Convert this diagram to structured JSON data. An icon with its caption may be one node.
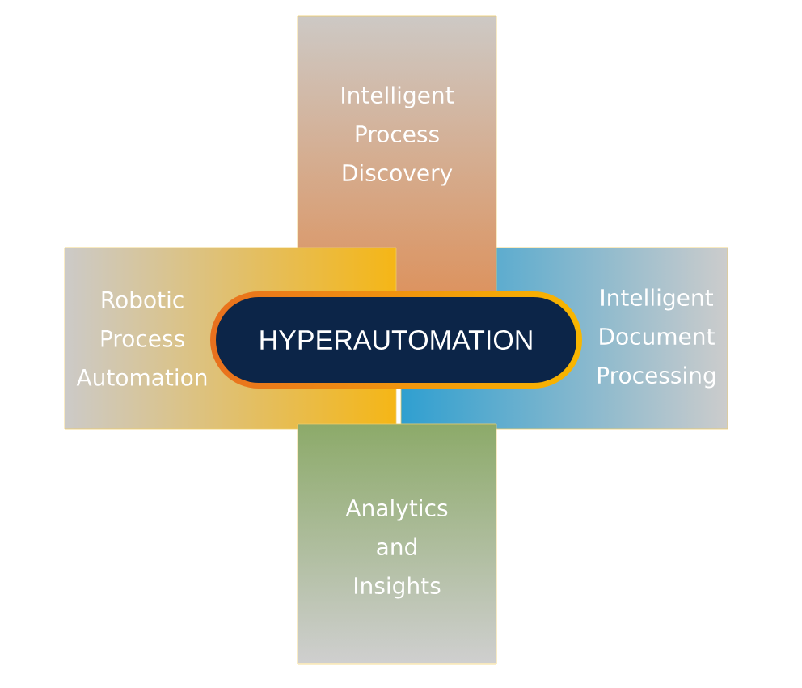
{
  "diagram": {
    "nodes": [
      {
        "text": [
          "Intelligent Process Discovery"
        ]
      },
      {
        "text": [
          "Robotic Process Automation"
        ]
      },
      {
        "text": [
          "HYPERAUTOMATION"
        ]
      },
      {
        "text": [
          "Intelligent Document Processing"
        ]
      },
      {
        "text": [
          "Analytics and Insights"
        ]
      }
    ]
  }
}
